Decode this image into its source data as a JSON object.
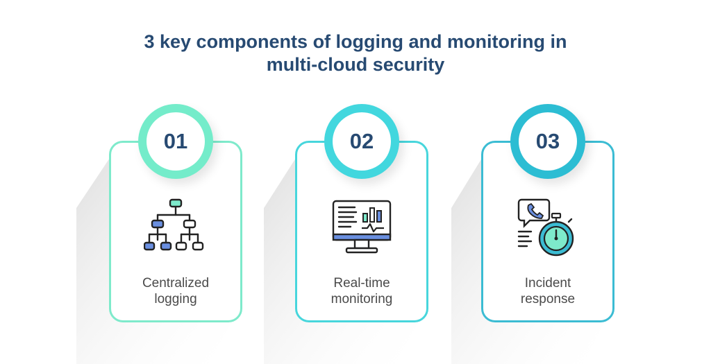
{
  "title": {
    "line1": "3 key components of logging and monitoring in",
    "line2": "multi-cloud security"
  },
  "cards": [
    {
      "number": "01",
      "label_line1": "Centralized",
      "label_line2": "logging",
      "icon": "hierarchy-tree-icon",
      "accent": "#7eeacb"
    },
    {
      "number": "02",
      "label_line1": "Real-time",
      "label_line2": "monitoring",
      "icon": "monitor-dashboard-icon",
      "accent": "#47d6dc"
    },
    {
      "number": "03",
      "label_line1": "Incident",
      "label_line2": "response",
      "icon": "stopwatch-phone-icon",
      "accent": "#3bbcd3"
    }
  ]
}
